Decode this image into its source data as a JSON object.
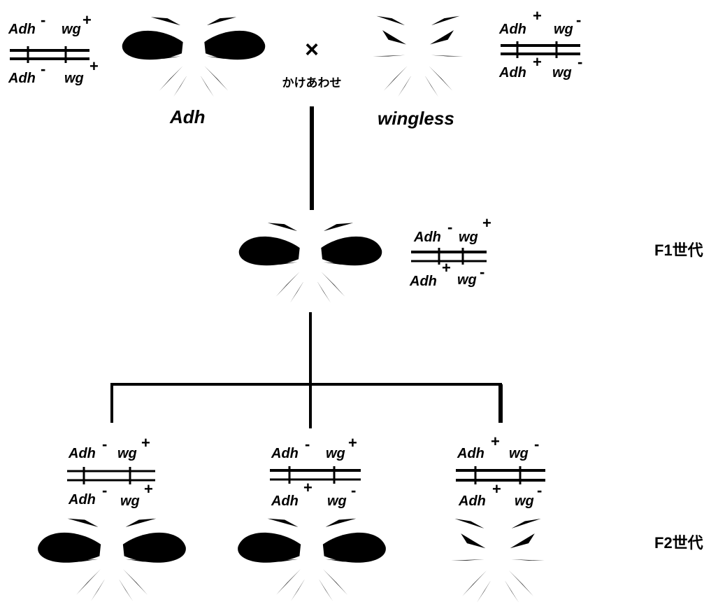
{
  "cross": {
    "symbol": "×",
    "text": "かけあわせ",
    "left_parent": {
      "name": "Adh",
      "top": {
        "gene1": "Adh",
        "sup1": "-",
        "gene2": "wg",
        "sup2": "+"
      },
      "bottom": {
        "gene1": "Adh",
        "sup1": "-",
        "gene2": "wg",
        "sup2": "+"
      }
    },
    "right_parent": {
      "name": "wingless",
      "top": {
        "gene1": "Adh",
        "sup1": "+",
        "gene2": "wg",
        "sup2": "-"
      },
      "bottom": {
        "gene1": "Adh",
        "sup1": "+",
        "gene2": "wg",
        "sup2": "-"
      }
    }
  },
  "f1": {
    "label": "F1世代",
    "top": {
      "gene1": "Adh",
      "sup1": "-",
      "gene2": "wg",
      "sup2": "+"
    },
    "bottom": {
      "gene1": "Adh",
      "sup1": "+",
      "gene2": "wg",
      "sup2": "-"
    }
  },
  "f2": {
    "label": "F2世代",
    "offspring": [
      {
        "top": {
          "gene1": "Adh",
          "sup1": "-",
          "gene2": "wg",
          "sup2": "+"
        },
        "bottom": {
          "gene1": "Adh",
          "sup1": "-",
          "gene2": "wg",
          "sup2": "+"
        },
        "winged": true
      },
      {
        "top": {
          "gene1": "Adh",
          "sup1": "-",
          "gene2": "wg",
          "sup2": "+"
        },
        "bottom": {
          "gene1": "Adh",
          "sup1": "+",
          "gene2": "wg",
          "sup2": "-"
        },
        "winged": true
      },
      {
        "top": {
          "gene1": "Adh",
          "sup1": "+",
          "gene2": "wg",
          "sup2": "-"
        },
        "bottom": {
          "gene1": "Adh",
          "sup1": "+",
          "gene2": "wg",
          "sup2": "-"
        },
        "winged": false
      }
    ]
  },
  "colors": {
    "ink": "#000000",
    "background": "#ffffff"
  }
}
